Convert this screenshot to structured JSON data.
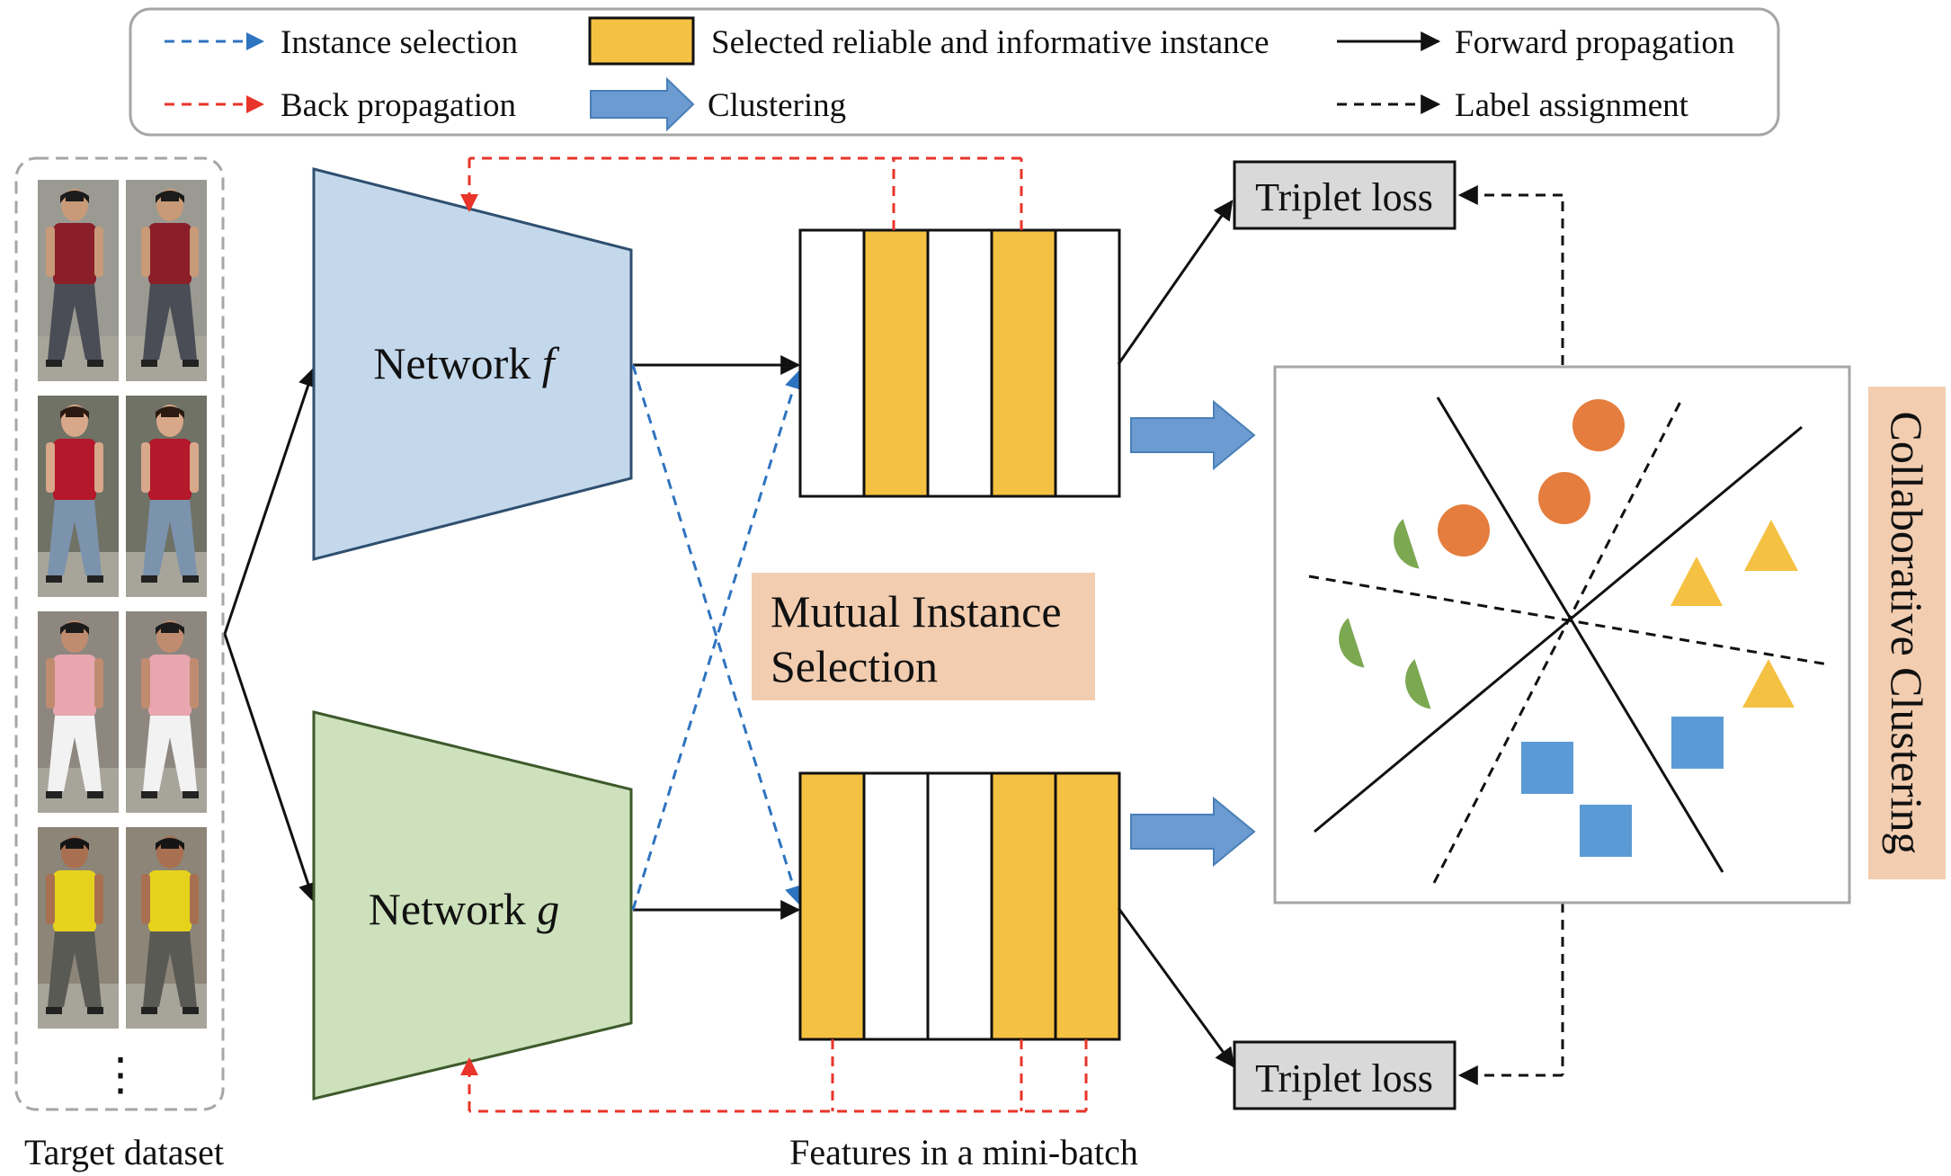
{
  "legend": {
    "instance_selection": "Instance selection",
    "back_propagation": "Back propagation",
    "selected_instance": "Selected reliable and informative instance",
    "clustering": "Clustering",
    "forward_propagation": "Forward propagation",
    "label_assignment": "Label assignment"
  },
  "networks": {
    "f": {
      "prefix": "Network ",
      "var": "f"
    },
    "g": {
      "prefix": "Network ",
      "var": "g"
    }
  },
  "mutual_selection": {
    "line1": "Mutual Instance",
    "line2": "Selection"
  },
  "loss": {
    "top": "Triplet loss",
    "bottom": "Triplet loss"
  },
  "captions": {
    "dataset": "Target dataset",
    "features": "Features in a mini-batch",
    "ellipsis": "⋮"
  },
  "side_label": "Collaborative Clustering",
  "feature_columns": {
    "top": [
      false,
      true,
      false,
      true,
      false
    ],
    "bottom": [
      true,
      false,
      false,
      true,
      true
    ]
  },
  "colors": {
    "network_f": "#c4d8ec",
    "network_g": "#cde1bc",
    "selected": "#f5c142",
    "clustering_arrow": "#6b9bd1",
    "instance_selection": "#2e73c0",
    "back_propagation": "#e8342a",
    "highlight_box": "#f2cdb0",
    "loss_box": "#d9d9d9",
    "orange_cluster": "#e47d3d",
    "green_cluster": "#7ca852",
    "yellow_cluster": "#f5c142",
    "blue_cluster": "#5b9bd5"
  },
  "icons": {
    "persons": [
      "person-red-shirt-icon",
      "person-red-top-icon",
      "person-striped-shirt-icon",
      "person-yellow-shirt-icon"
    ]
  }
}
